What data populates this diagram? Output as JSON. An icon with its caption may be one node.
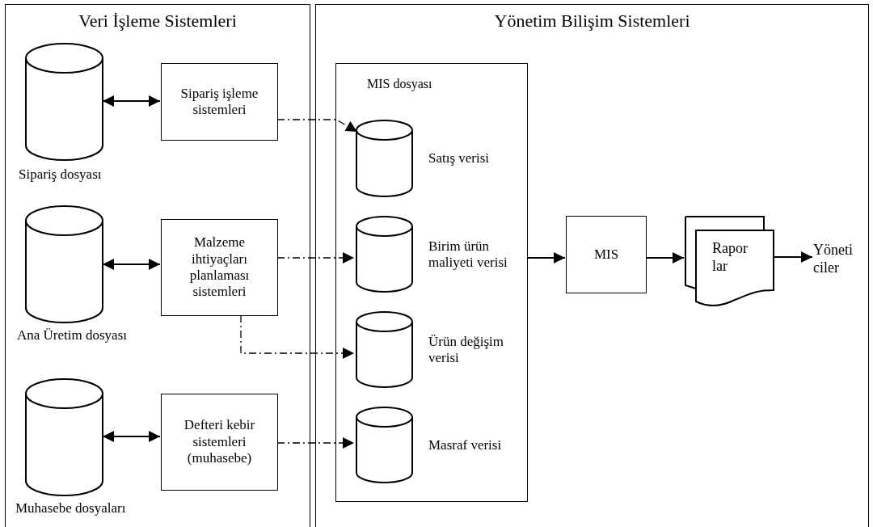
{
  "diagram": {
    "nodes": [
      {
        "text": [
          "Veri İşleme Sistemleri"
        ]
      },
      {
        "text": [
          "Sipariş dosyası"
        ],
        "in": 0
      },
      {
        "text": [
          "Sipariş işleme sistemleri"
        ],
        "in": 0
      },
      {
        "text": [
          "Ana Üretim dosyası"
        ],
        "in": 0
      },
      {
        "text": [
          "Malzeme ihtiyaçları planlaması sistemleri"
        ],
        "in": 0
      },
      {
        "text": [
          "Muhasebe dosyaları"
        ],
        "in": 0
      },
      {
        "text": [
          "Defteri kebir sistemleri (muhasebe)"
        ],
        "in": 0
      },
      {
        "text": [
          "Yönetim Bilişim Sistemleri"
        ]
      },
      {
        "text": [
          "MIS dosyası"
        ],
        "in": 7
      },
      {
        "text": [
          "Satış verisi"
        ],
        "in": 8
      },
      {
        "text": [
          "Birim ürün maliyeti verisi"
        ],
        "in": 8
      },
      {
        "text": [
          "Ürün değişim verisi"
        ],
        "in": 8
      },
      {
        "text": [
          "Masraf verisi"
        ],
        "in": 8
      },
      {
        "text": [
          "MIS"
        ],
        "in": 7
      },
      {
        "text": [
          "Rapor lar"
        ],
        "in": 7
      },
      {
        "text": [
          "Yöneti ciler"
        ],
        "in": 7
      }
    ],
    "edges": [
      {
        "from": 1,
        "to": 2,
        "arrow": "both"
      },
      {
        "from": 3,
        "to": 4,
        "arrow": "both"
      },
      {
        "from": 5,
        "to": 6,
        "arrow": "both"
      },
      {
        "from": 2,
        "to": 9,
        "arrow": "to",
        "style": "dashed"
      },
      {
        "from": 4,
        "to": 10,
        "arrow": "to",
        "style": "dashed"
      },
      {
        "from": 4,
        "to": 11,
        "arrow": "to",
        "style": "dashed"
      },
      {
        "from": 6,
        "to": 12,
        "arrow": "to",
        "style": "dashed"
      },
      {
        "from": 8,
        "to": 13,
        "arrow": "to"
      },
      {
        "from": 13,
        "to": 14,
        "arrow": "to"
      },
      {
        "from": 14,
        "to": 15,
        "arrow": "to"
      }
    ]
  }
}
